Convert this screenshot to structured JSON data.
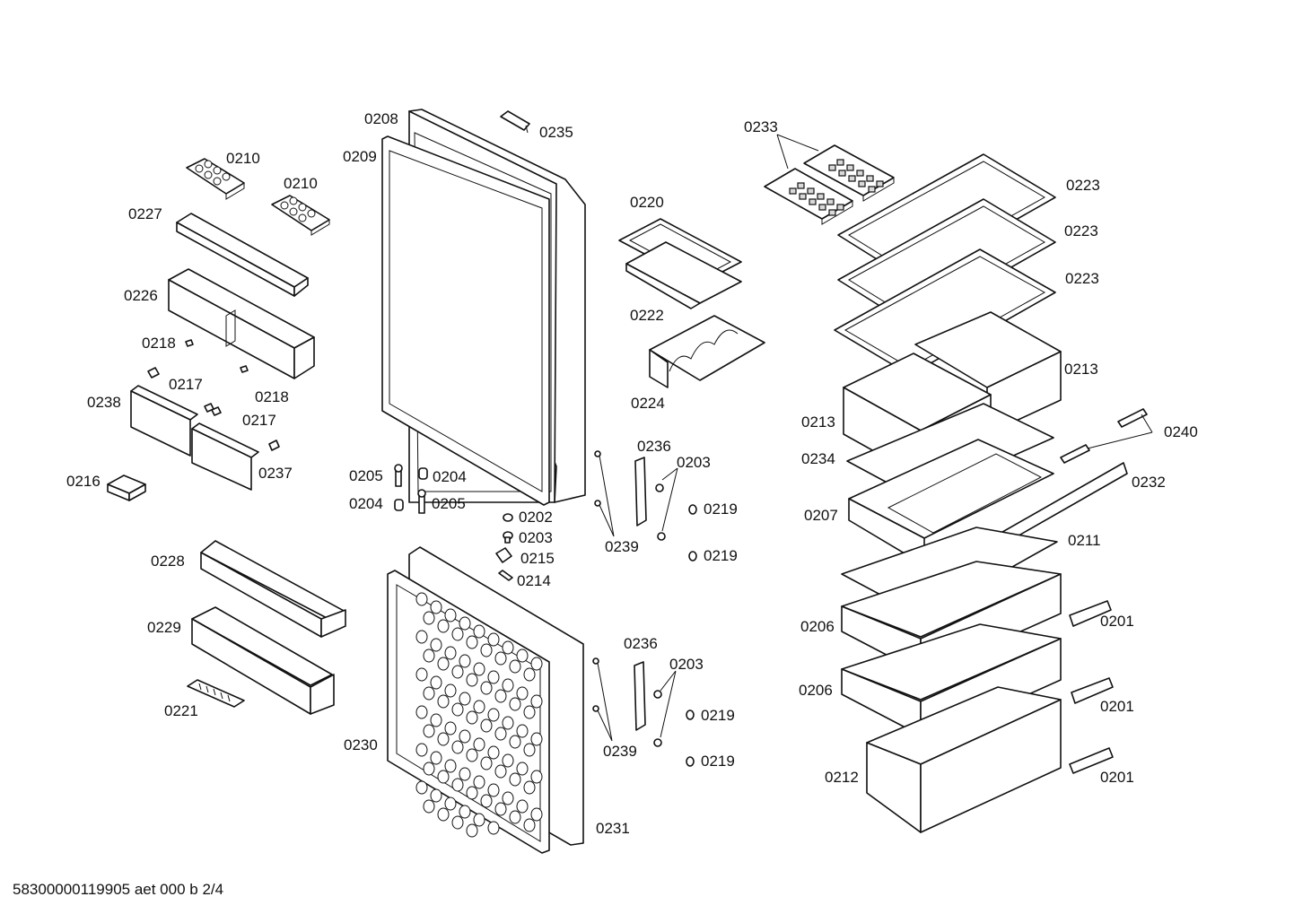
{
  "document_id": "58300000119905 aet 000 b 2/4",
  "labels": [
    {
      "id": "l0208",
      "text": "0208"
    },
    {
      "id": "l0235",
      "text": "0235"
    },
    {
      "id": "l0209",
      "text": "0209"
    },
    {
      "id": "l0210a",
      "text": "0210"
    },
    {
      "id": "l0210b",
      "text": "0210"
    },
    {
      "id": "l0227",
      "text": "0227"
    },
    {
      "id": "l0226",
      "text": "0226"
    },
    {
      "id": "l0218a",
      "text": "0218"
    },
    {
      "id": "l0218b",
      "text": "0218"
    },
    {
      "id": "l0217a",
      "text": "0217"
    },
    {
      "id": "l0217b",
      "text": "0217"
    },
    {
      "id": "l0238",
      "text": "0238"
    },
    {
      "id": "l0237",
      "text": "0237"
    },
    {
      "id": "l0216",
      "text": "0216"
    },
    {
      "id": "l0205a",
      "text": "0205"
    },
    {
      "id": "l0204a",
      "text": "0204"
    },
    {
      "id": "l0204b",
      "text": "0204"
    },
    {
      "id": "l0205b",
      "text": "0205"
    },
    {
      "id": "l0202",
      "text": "0202"
    },
    {
      "id": "l0203a",
      "text": "0203"
    },
    {
      "id": "l0215",
      "text": "0215"
    },
    {
      "id": "l0214",
      "text": "0214"
    },
    {
      "id": "l0228",
      "text": "0228"
    },
    {
      "id": "l0229",
      "text": "0229"
    },
    {
      "id": "l0221",
      "text": "0221"
    },
    {
      "id": "l0230",
      "text": "0230"
    },
    {
      "id": "l0231",
      "text": "0231"
    },
    {
      "id": "l0220",
      "text": "0220"
    },
    {
      "id": "l0222",
      "text": "0222"
    },
    {
      "id": "l0224",
      "text": "0224"
    },
    {
      "id": "l0236a",
      "text": "0236"
    },
    {
      "id": "l0203b",
      "text": "0203"
    },
    {
      "id": "l0219a",
      "text": "0219"
    },
    {
      "id": "l0219b",
      "text": "0219"
    },
    {
      "id": "l0239a",
      "text": "0239"
    },
    {
      "id": "l0236b",
      "text": "0236"
    },
    {
      "id": "l0203c",
      "text": "0203"
    },
    {
      "id": "l0219c",
      "text": "0219"
    },
    {
      "id": "l0219d",
      "text": "0219"
    },
    {
      "id": "l0239b",
      "text": "0239"
    },
    {
      "id": "l0233",
      "text": "0233"
    },
    {
      "id": "l0223a",
      "text": "0223"
    },
    {
      "id": "l0223b",
      "text": "0223"
    },
    {
      "id": "l0223c",
      "text": "0223"
    },
    {
      "id": "l0213a",
      "text": "0213"
    },
    {
      "id": "l0213b",
      "text": "0213"
    },
    {
      "id": "l0240",
      "text": "0240"
    },
    {
      "id": "l0234",
      "text": "0234"
    },
    {
      "id": "l0232",
      "text": "0232"
    },
    {
      "id": "l0207",
      "text": "0207"
    },
    {
      "id": "l0211",
      "text": "0211"
    },
    {
      "id": "l0206a",
      "text": "0206"
    },
    {
      "id": "l0201a",
      "text": "0201"
    },
    {
      "id": "l0206b",
      "text": "0206"
    },
    {
      "id": "l0201b",
      "text": "0201"
    },
    {
      "id": "l0212",
      "text": "0212"
    },
    {
      "id": "l0201c",
      "text": "0201"
    }
  ]
}
